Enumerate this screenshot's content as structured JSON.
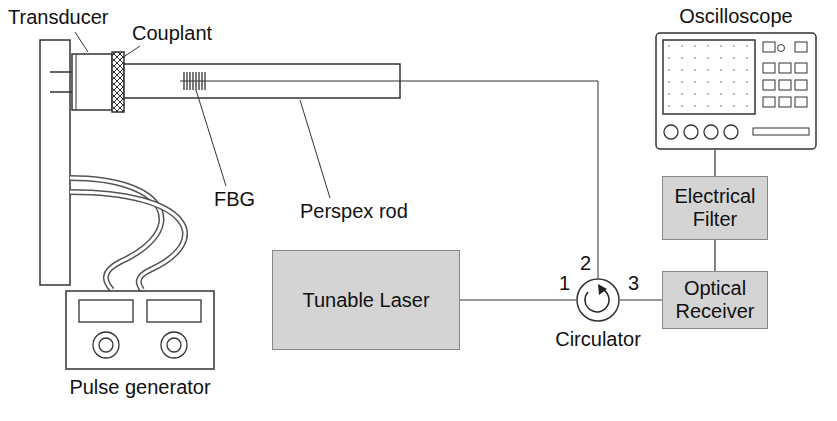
{
  "diagram": {
    "nodes": [
      {
        "text": [
          "Oscilloscope"
        ]
      },
      {
        "text": [
          "Electrical Filter"
        ]
      },
      {
        "text": [
          "Optical Receiver"
        ]
      },
      {
        "text": [
          "Tunable Laser"
        ]
      },
      {
        "text": [
          "Circulator"
        ]
      },
      {
        "text": [
          "Pulse generator"
        ]
      }
    ],
    "edges": [
      {
        "from": 0,
        "to": 1,
        "arrow": "none"
      },
      {
        "from": 1,
        "to": 2,
        "arrow": "none"
      },
      {
        "from": 4,
        "to": 2,
        "arrow": "none"
      },
      {
        "from": 3,
        "to": 4,
        "arrow": "none"
      }
    ],
    "labels": [
      "Transducer",
      "Couplant",
      "FBG",
      "Perspex rod",
      "1",
      "2",
      "3"
    ]
  }
}
